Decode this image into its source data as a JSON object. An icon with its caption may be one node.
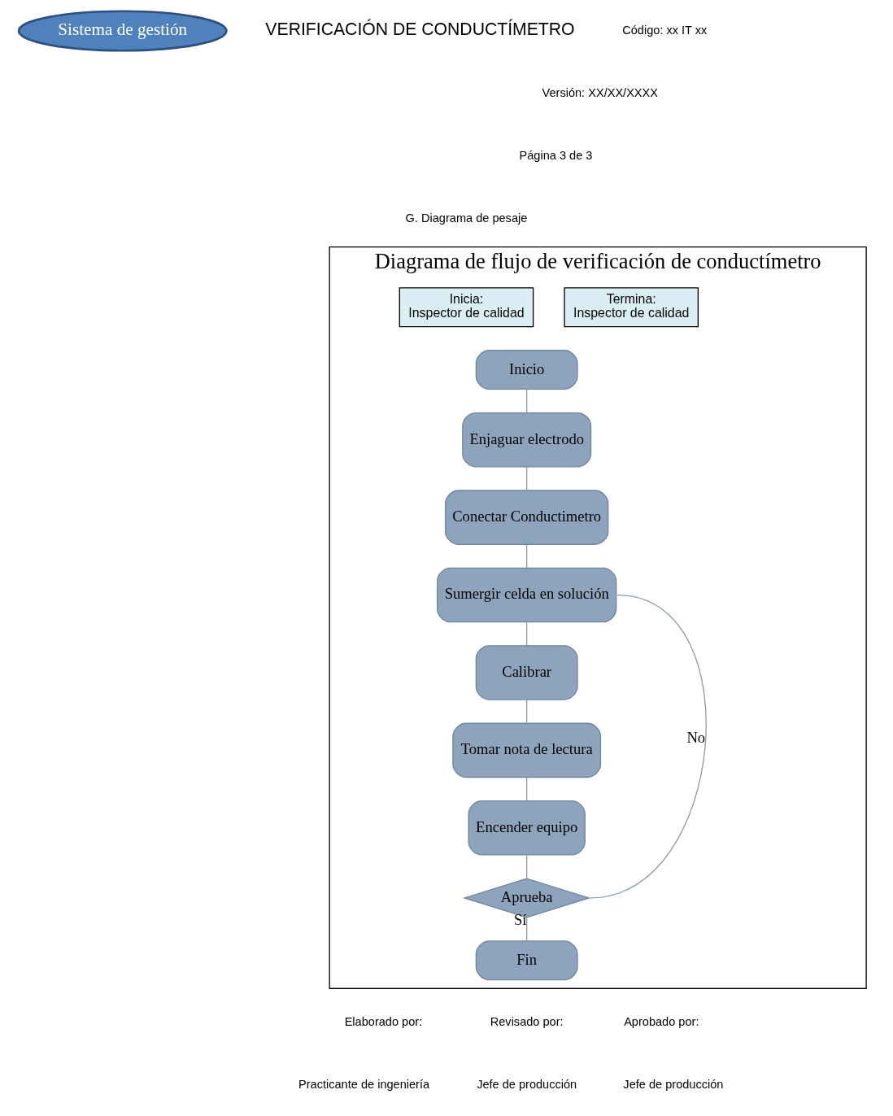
{
  "diagram": {
    "nodes": [
      {
        "text": [
          "Sistema de gestión"
        ]
      },
      {
        "text": [
          "Diagrama de flujo de verificación de conductímetro"
        ]
      },
      {
        "text": [
          "Inicia:",
          "Inspector de calidad"
        ],
        "in": 1
      },
      {
        "text": [
          "Termina:",
          "Inspector de calidad"
        ],
        "in": 1
      },
      {
        "text": [
          "Inicio"
        ],
        "in": 1
      },
      {
        "text": [
          "Enjaguar electrodo"
        ],
        "in": 1
      },
      {
        "text": [
          "Conectar Conductimetro"
        ],
        "in": 1
      },
      {
        "text": [
          "Sumergir celda en solución"
        ],
        "in": 1
      },
      {
        "text": [
          "Calibrar"
        ],
        "in": 1
      },
      {
        "text": [
          "Tomar nota de lectura"
        ],
        "in": 1
      },
      {
        "text": [
          "Encender equipo"
        ],
        "in": 1
      },
      {
        "text": [
          "Aprueba"
        ],
        "in": 1
      },
      {
        "text": [
          "Fin"
        ],
        "in": 1
      }
    ],
    "edges": [
      {
        "from": 4,
        "to": 5,
        "arrow": "none"
      },
      {
        "from": 5,
        "to": 6,
        "arrow": "none"
      },
      {
        "from": 6,
        "to": 7,
        "arrow": "none"
      },
      {
        "from": 7,
        "to": 8,
        "arrow": "none"
      },
      {
        "from": 8,
        "to": 9,
        "arrow": "none"
      },
      {
        "from": 9,
        "to": 10,
        "arrow": "none"
      },
      {
        "from": 10,
        "to": 11,
        "arrow": "none"
      },
      {
        "from": 11,
        "to": 7,
        "arrow": "none",
        "label": "No"
      },
      {
        "from": 11,
        "to": 12,
        "arrow": "none",
        "label": "Sí"
      }
    ],
    "labels": [
      "VERIFICACIÓN DE CONDUCTÍMETRO",
      "Código: xx IT xx",
      "Versión: XX/XX/XXXX",
      "Página 3 de 3",
      "G. Diagrama de pesaje",
      "Elaborado por:",
      "Practicante de ingeniería",
      "Revisado por:",
      "Jefe de producción",
      "Aprobado por:",
      "Jefe de producción"
    ]
  }
}
